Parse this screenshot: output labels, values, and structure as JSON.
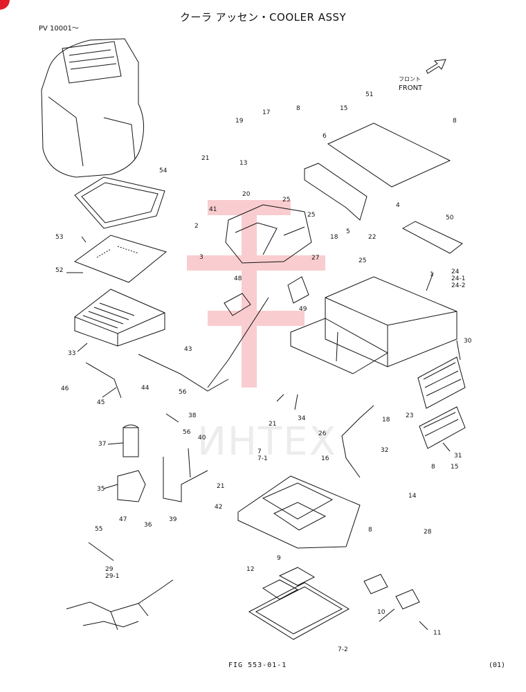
{
  "header": {
    "title": "クーラ アッセン・COOLER ASSY",
    "serial": "PV 10001～"
  },
  "direction": {
    "jp": "フロント",
    "en": "FRONT"
  },
  "footer": {
    "figure": "FIG 553-01-1",
    "sheet": "(01)"
  },
  "watermark": "ИНТЕХ",
  "colors": {
    "accent": "#e01e2a",
    "line": "#111111",
    "watermark": "#e8373f"
  },
  "callouts": [
    "1",
    "2",
    "3",
    "4",
    "5",
    "6",
    "7\n7-1",
    "7-2",
    "8",
    "8",
    "8",
    "8",
    "9",
    "10",
    "11",
    "12",
    "13",
    "14",
    "15",
    "15",
    "16",
    "17",
    "18",
    "18",
    "19",
    "20",
    "21",
    "21",
    "21",
    "22",
    "23",
    "24\n24-1\n24-2",
    "25",
    "25",
    "25",
    "26",
    "27",
    "28",
    "29\n29-1",
    "30",
    "31",
    "32",
    "33",
    "34",
    "35",
    "36",
    "37",
    "38",
    "39",
    "40",
    "41",
    "42",
    "43",
    "44",
    "45",
    "46",
    "47",
    "48",
    "49",
    "50",
    "51",
    "52",
    "53",
    "54",
    "55",
    "56",
    "56"
  ]
}
